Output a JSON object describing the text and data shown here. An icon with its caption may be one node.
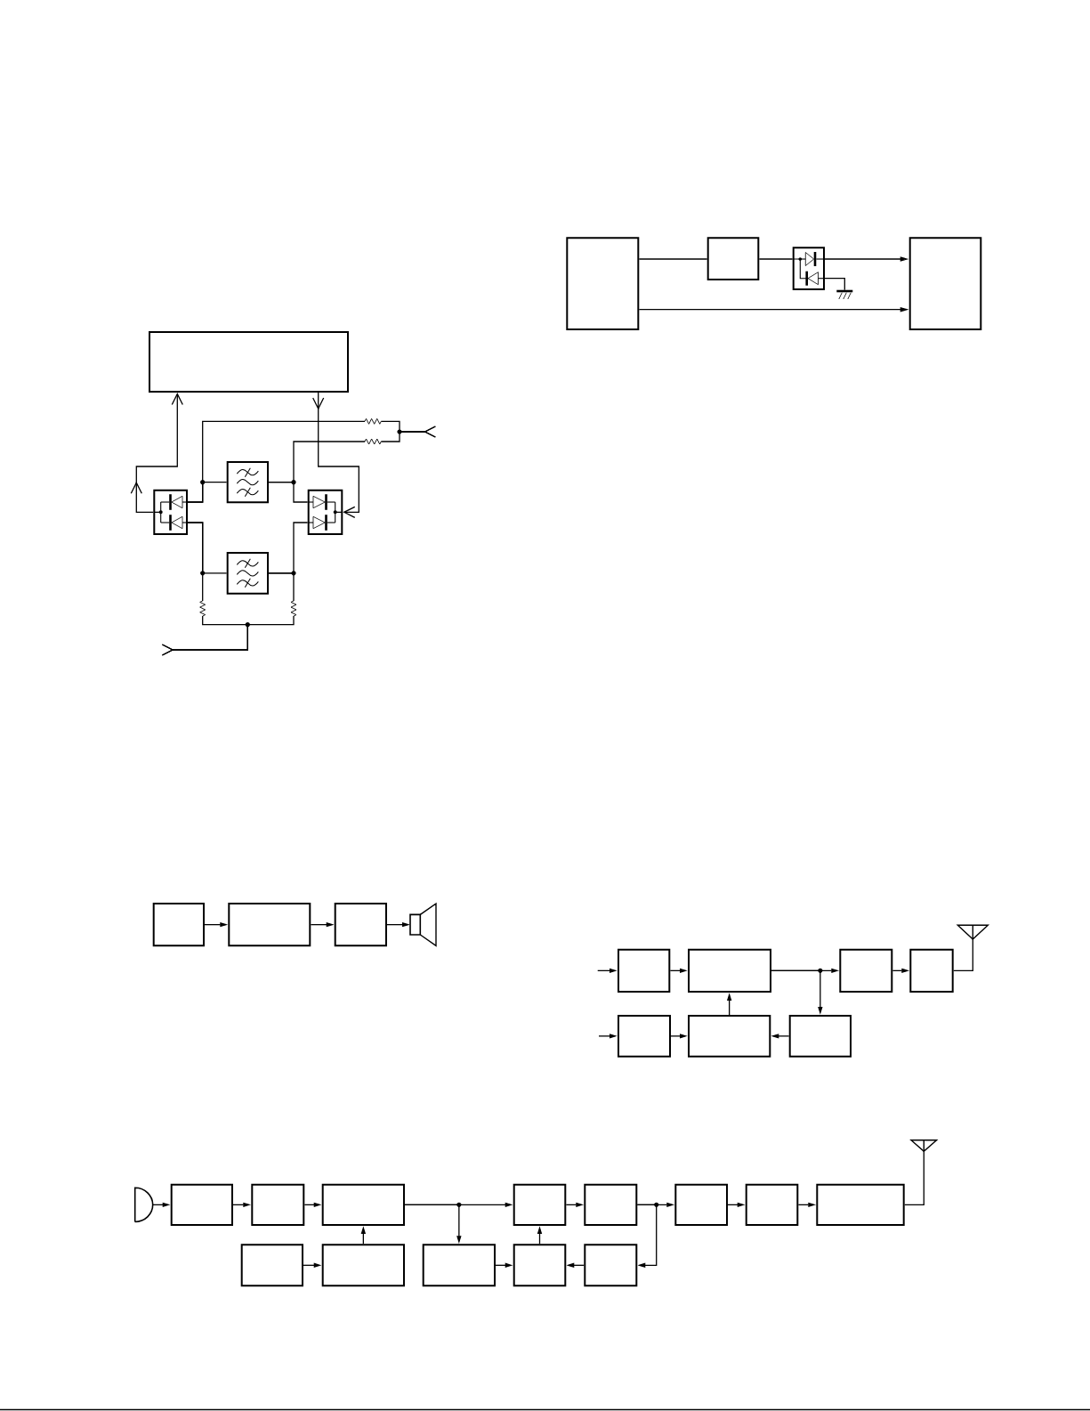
{
  "diagram": {
    "nodes": [
      {
        "text": [],
        "shape": "box"
      },
      {
        "text": [],
        "shape": "box"
      },
      {
        "text": [],
        "shape": "box"
      },
      {
        "text": [],
        "shape": "ground"
      },
      {
        "text": [],
        "shape": "box"
      },
      {
        "text": [],
        "shape": "box"
      },
      {
        "text": [],
        "shape": "resistor"
      },
      {
        "text": [],
        "shape": "resistor"
      },
      {
        "text": [],
        "shape": "box"
      },
      {
        "text": [],
        "shape": "box"
      },
      {
        "text": [],
        "shape": "box"
      },
      {
        "text": [],
        "shape": "box"
      },
      {
        "text": [],
        "shape": "resistor"
      },
      {
        "text": [],
        "shape": "resistor"
      },
      {
        "text": [],
        "shape": "box"
      },
      {
        "text": [],
        "shape": "box"
      },
      {
        "text": [],
        "shape": "box"
      },
      {
        "text": [],
        "shape": "speaker"
      },
      {
        "text": [],
        "shape": "antenna"
      },
      {
        "text": [],
        "shape": "box"
      },
      {
        "text": [],
        "shape": "box"
      },
      {
        "text": [],
        "shape": "box"
      },
      {
        "text": [],
        "shape": "box"
      },
      {
        "text": [],
        "shape": "box"
      },
      {
        "text": [],
        "shape": "box"
      },
      {
        "text": [],
        "shape": "box"
      },
      {
        "text": [],
        "shape": "antenna"
      },
      {
        "text": [],
        "shape": "microphone"
      },
      {
        "text": [],
        "shape": "box"
      },
      {
        "text": [],
        "shape": "box"
      },
      {
        "text": [],
        "shape": "box"
      },
      {
        "text": [],
        "shape": "box"
      },
      {
        "text": [],
        "shape": "box"
      },
      {
        "text": [],
        "shape": "box"
      },
      {
        "text": [],
        "shape": "box"
      },
      {
        "text": [],
        "shape": "box"
      },
      {
        "text": [],
        "shape": "box"
      },
      {
        "text": [],
        "shape": "box"
      },
      {
        "text": [],
        "shape": "box"
      },
      {
        "text": [],
        "shape": "box"
      },
      {
        "text": [],
        "shape": "box"
      }
    ],
    "edges": [
      {
        "from": 0,
        "to": 1,
        "arrow": "none"
      },
      {
        "from": 1,
        "to": 2,
        "arrow": "none"
      },
      {
        "from": 2,
        "to": 4,
        "arrow": "to"
      },
      {
        "from": 2,
        "to": 3,
        "arrow": "none"
      },
      {
        "from": 0,
        "to": 4,
        "arrow": "to"
      },
      {
        "from": 9,
        "to": 5,
        "arrow": "to"
      },
      {
        "from": 5,
        "to": 10,
        "arrow": "to"
      },
      {
        "from": 9,
        "to": 8,
        "arrow": "none"
      },
      {
        "from": 9,
        "to": 6,
        "arrow": "none"
      },
      {
        "from": 8,
        "to": 10,
        "arrow": "none"
      },
      {
        "from": 8,
        "to": 7,
        "arrow": "none"
      },
      {
        "from": 9,
        "to": 11,
        "arrow": "none"
      },
      {
        "from": 9,
        "to": 12,
        "arrow": "none"
      },
      {
        "from": 11,
        "to": 10,
        "arrow": "none"
      },
      {
        "from": 11,
        "to": 13,
        "arrow": "none"
      },
      {
        "from": 6,
        "to": null,
        "arrow": "other"
      },
      {
        "from": 7,
        "to": null,
        "arrow": "other"
      },
      {
        "from": 12,
        "to": null,
        "arrow": "other"
      },
      {
        "from": 13,
        "to": null,
        "arrow": "other"
      },
      {
        "from": 14,
        "to": 15,
        "arrow": "to"
      },
      {
        "from": 15,
        "to": 16,
        "arrow": "to"
      },
      {
        "from": 16,
        "to": 17,
        "arrow": "to"
      },
      {
        "from": null,
        "to": 19,
        "arrow": "to"
      },
      {
        "from": null,
        "to": 23,
        "arrow": "to"
      },
      {
        "from": 19,
        "to": 20,
        "arrow": "to"
      },
      {
        "from": 20,
        "to": 21,
        "arrow": "to"
      },
      {
        "from": 20,
        "to": 25,
        "arrow": "to"
      },
      {
        "from": 21,
        "to": 22,
        "arrow": "to"
      },
      {
        "from": 22,
        "to": 18,
        "arrow": "none"
      },
      {
        "from": 23,
        "to": 24,
        "arrow": "to"
      },
      {
        "from": 25,
        "to": 24,
        "arrow": "to"
      },
      {
        "from": 24,
        "to": 20,
        "arrow": "to"
      },
      {
        "from": 27,
        "to": 28,
        "arrow": "to"
      },
      {
        "from": 28,
        "to": 29,
        "arrow": "to"
      },
      {
        "from": 29,
        "to": 30,
        "arrow": "to"
      },
      {
        "from": 30,
        "to": 31,
        "arrow": "to"
      },
      {
        "from": 30,
        "to": 38,
        "arrow": "to"
      },
      {
        "from": 36,
        "to": 37,
        "arrow": "to"
      },
      {
        "from": 37,
        "to": 30,
        "arrow": "to"
      },
      {
        "from": 38,
        "to": 39,
        "arrow": "to"
      },
      {
        "from": 40,
        "to": 39,
        "arrow": "to"
      },
      {
        "from": 39,
        "to": 31,
        "arrow": "to"
      },
      {
        "from": 31,
        "to": 32,
        "arrow": "to"
      },
      {
        "from": 32,
        "to": 33,
        "arrow": "to"
      },
      {
        "from": 32,
        "to": 40,
        "arrow": "to"
      },
      {
        "from": 33,
        "to": 34,
        "arrow": "to"
      },
      {
        "from": 34,
        "to": 35,
        "arrow": "to"
      },
      {
        "from": 35,
        "to": 26,
        "arrow": "none"
      }
    ]
  }
}
